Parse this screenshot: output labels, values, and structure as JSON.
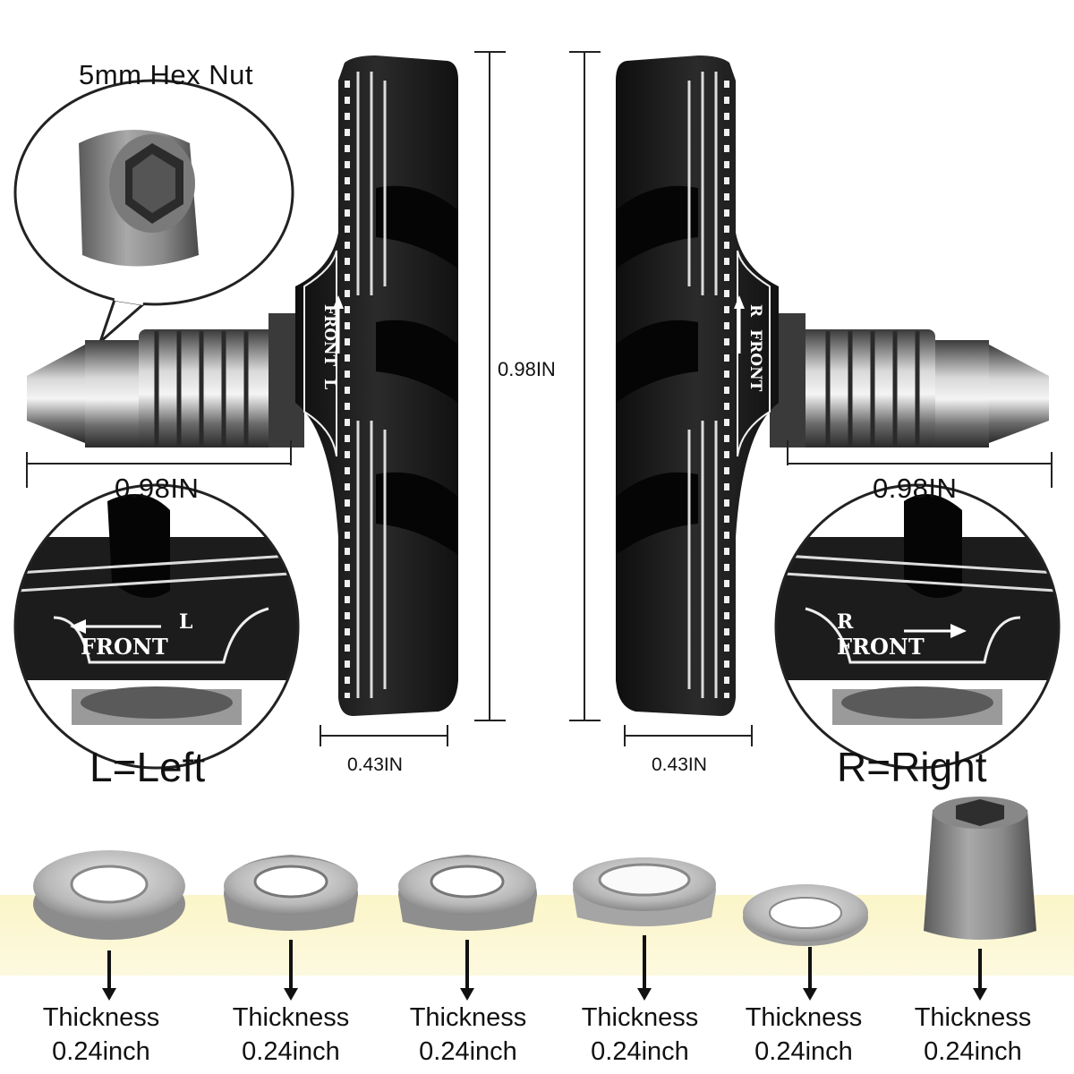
{
  "callout": {
    "hex_nut_label": "5mm Hex Nut"
  },
  "left_pad": {
    "pad_marking_letter": "L",
    "pad_marking_word": "FRONT",
    "post_length": "0.98IN",
    "pad_width": "0.43IN",
    "side_label": "L=Left"
  },
  "right_pad": {
    "pad_marking_letter": "R",
    "pad_marking_word": "FRONT",
    "post_length": "0.98IN",
    "pad_width": "0.43IN",
    "side_label": "R=Right"
  },
  "pad_height": "0.98IN",
  "washers": [
    {
      "label": "Thickness",
      "value": "0.24inch"
    },
    {
      "label": "Thickness",
      "value": "0.24inch"
    },
    {
      "label": "Thickness",
      "value": "0.24inch"
    },
    {
      "label": "Thickness",
      "value": "0.24inch"
    },
    {
      "label": "Thickness",
      "value": "0.24inch"
    },
    {
      "label": "Thickness",
      "value": "0.24inch"
    }
  ],
  "colors": {
    "pad": "#1a1a1a",
    "metal": "#9a9a9a",
    "band": "#fbf5c8"
  }
}
